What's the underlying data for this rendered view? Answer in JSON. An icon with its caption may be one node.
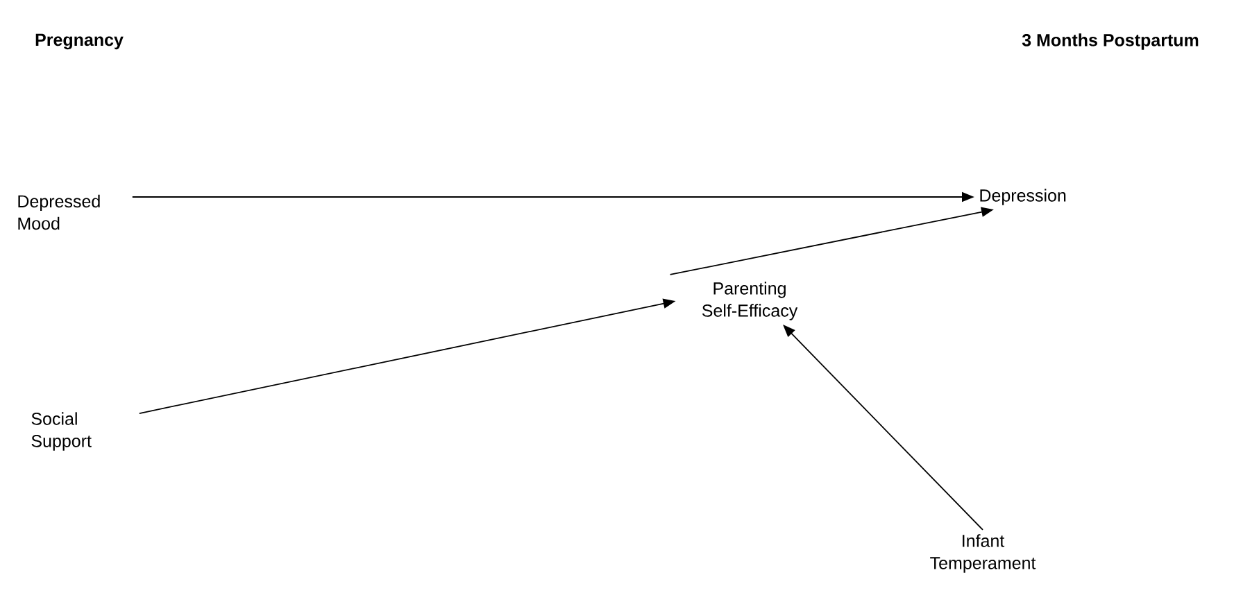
{
  "diagram": {
    "nodes": [
      {
        "text": [
          "Depressed Mood"
        ]
      },
      {
        "text": [
          "Depression"
        ]
      },
      {
        "text": [
          "Parenting Self-Efficacy"
        ]
      },
      {
        "text": [
          "Social Support"
        ]
      },
      {
        "text": [
          "Infant Temperament"
        ]
      }
    ],
    "edges": [
      {
        "from": 0,
        "to": 1,
        "arrow": "to"
      },
      {
        "from": 2,
        "to": 1,
        "arrow": "to"
      },
      {
        "from": 3,
        "to": 2,
        "arrow": "to"
      },
      {
        "from": 4,
        "to": 2,
        "arrow": "to"
      }
    ],
    "labels": [
      "Pregnancy",
      "3 Months Postpartum"
    ]
  }
}
